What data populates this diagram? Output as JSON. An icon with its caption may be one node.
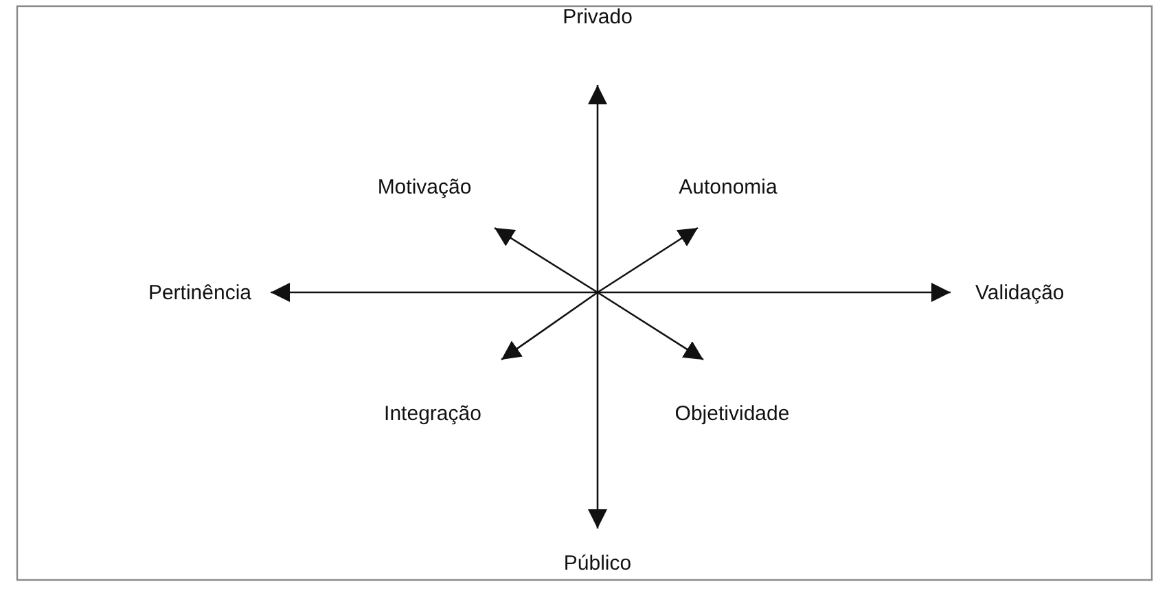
{
  "diagram": {
    "nodes": [
      {
        "text": [
          "Privado"
        ]
      },
      {
        "text": [
          "Motivação"
        ]
      },
      {
        "text": [
          "Autonomia"
        ]
      },
      {
        "text": [
          "Pertinência"
        ]
      },
      {
        "text": [
          "Validação"
        ]
      },
      {
        "text": [
          "Integração"
        ]
      },
      {
        "text": [
          "Objetividade"
        ]
      },
      {
        "text": [
          "Público"
        ]
      }
    ],
    "edges": [
      {
        "from": null,
        "to": 0,
        "arrow": "to"
      },
      {
        "from": null,
        "to": 1,
        "arrow": "to"
      },
      {
        "from": null,
        "to": 2,
        "arrow": "to"
      },
      {
        "from": null,
        "to": 3,
        "arrow": "to"
      },
      {
        "from": null,
        "to": 4,
        "arrow": "to"
      },
      {
        "from": null,
        "to": 5,
        "arrow": "to"
      },
      {
        "from": null,
        "to": 6,
        "arrow": "to"
      },
      {
        "from": null,
        "to": 7,
        "arrow": "to"
      }
    ]
  }
}
